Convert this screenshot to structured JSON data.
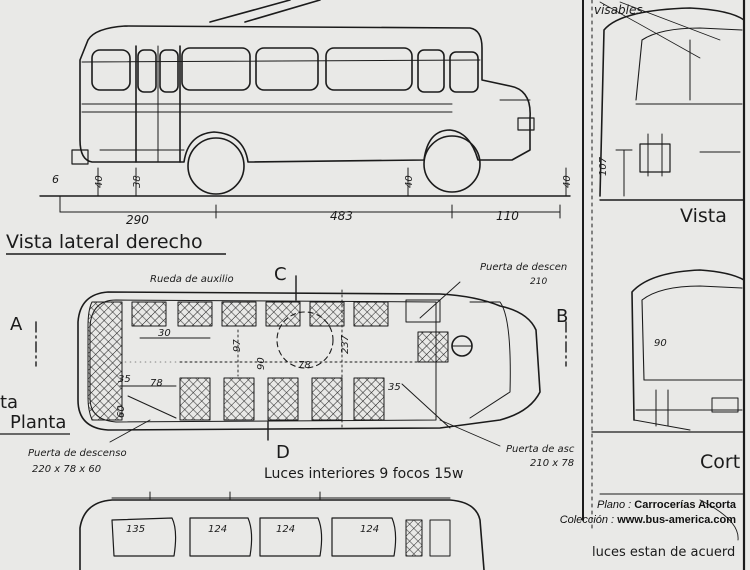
{
  "drawing": {
    "top_left_note": "visables",
    "side_view": {
      "title": "Vista lateral derecho",
      "dims": [
        "6",
        "40",
        "38",
        "40",
        "40",
        "290",
        "483",
        "110"
      ]
    },
    "plan_view": {
      "title": "Planta",
      "title_prefix": "ta",
      "cut_labels": [
        "A",
        "B",
        "C",
        "D"
      ],
      "notes": {
        "spare_wheel": "Rueda de auxilio",
        "door_top": "Puerta de descen",
        "door_top_dim": "210",
        "door_bottom_left": "Puerta de descenso",
        "door_bottom_left_dim": "220 x 78 x 60",
        "door_bottom_right": "Puerta de asc",
        "door_bottom_right_dim": "210 x 78"
      },
      "dims": [
        "30",
        "97",
        "90",
        "237",
        "78",
        "35",
        "78",
        "35",
        "60",
        "90"
      ],
      "lights_note": "Luces interiores 9 focos 15w"
    },
    "roof_view": {
      "dims": [
        "135",
        "124",
        "124",
        "124"
      ],
      "lights_note": "luces estan de acuerd"
    },
    "right_column": {
      "front_title": "Vista",
      "front_dim": "107",
      "section_title": "Cort"
    }
  },
  "caption": {
    "plan_label": "Plano :",
    "plan_value": "Carrocerías Alcorta",
    "collection_label": "Colección :",
    "collection_value": "www.bus-america.com"
  }
}
